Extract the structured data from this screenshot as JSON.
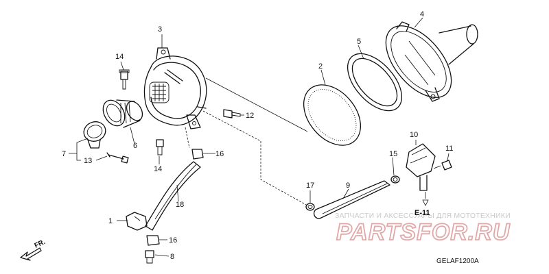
{
  "callouts": {
    "c1": "1",
    "c2": "2",
    "c3": "3",
    "c4": "4",
    "c5": "5",
    "c6": "6",
    "c7": "7",
    "c8": "8",
    "c9": "9",
    "c10": "10",
    "c11": "11",
    "c12": "12",
    "c13": "13",
    "c14a": "14",
    "c14b": "14",
    "c15": "15",
    "c16a": "16",
    "c16b": "16",
    "c17": "17",
    "c18": "18"
  },
  "reference": "E-11",
  "direction": "FR.",
  "diagram_code": "GELAF1200A",
  "watermark": {
    "subtitle": "ЗАПЧАСТИ И АКСЕССУАРЫ ДЛЯ МОТОТЕХНИКИ",
    "logo": "PARTSFOR.RU",
    "logo_color": "#e2a8a8"
  }
}
